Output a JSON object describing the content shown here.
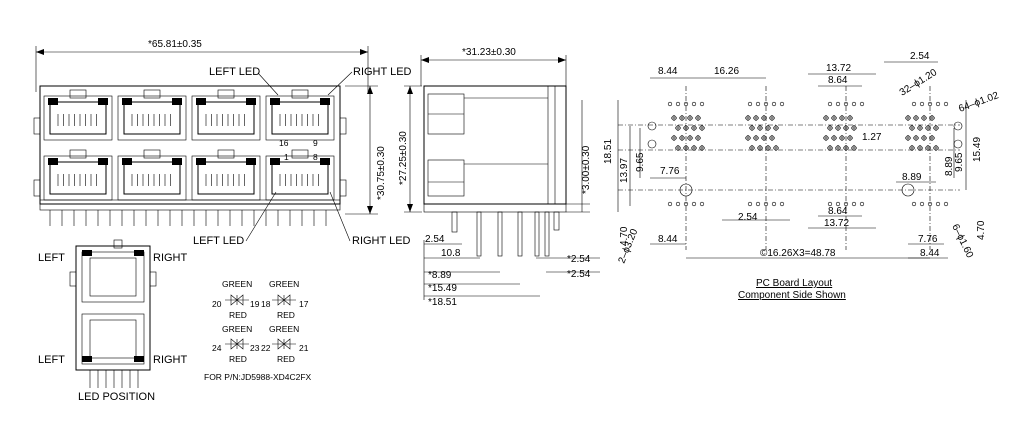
{
  "front_view": {
    "width_dim": "*65.81±0.35",
    "height_dim": "*30.75±0.30",
    "left_led_top": "LEFT LED",
    "right_led_top": "RIGHT LED",
    "left_led_bottom": "LEFT LED",
    "right_led_bottom": "RIGHT LED",
    "pin_16": "16",
    "pin_9": "9",
    "pin_1": "1",
    "pin_8": "8"
  },
  "side_view": {
    "depth_dim": "*31.23±0.30",
    "height_dim": "*27.25±0.30",
    "pin_len_dim": "*3.00±0.30",
    "d_2_54_left": "2.54",
    "d_10_8": "10.8",
    "d_8_89": "*8.89",
    "d_15_49": "*15.49",
    "d_18_51": "*18.51",
    "d_2_54_r1": "*2.54",
    "d_2_54_r2": "*2.54"
  },
  "led_position": {
    "left_top": "LEFT",
    "right_top": "RIGHT",
    "left_bottom": "LEFT",
    "right_bottom": "RIGHT",
    "caption": "LED POSITION"
  },
  "led_schematic": {
    "green": "GREEN",
    "red": "RED",
    "p20": "20",
    "p19": "19",
    "p18": "18",
    "p17": "17",
    "p24": "24",
    "p23": "23",
    "p22": "22",
    "p21": "21",
    "part_number": "FOR P/N:JD5988-XD4C2FX"
  },
  "pcb_layout": {
    "d_8_44_top": "8.44",
    "d_16_26": "16.26",
    "d_13_72_top": "13.72",
    "d_8_64_top": "8.64",
    "d_2_54_top": "2.54",
    "d_32_hole": "32–ϕ1.20",
    "d_64_hole": "64–ϕ1.02",
    "d_1_27": "1.27",
    "d_18_51": "18.51",
    "d_13_97": "13.97",
    "d_9_65_left": "9.65",
    "d_7_76_left": "7.76",
    "d_8_89": "8.89",
    "d_9_65_right": "9.65",
    "d_15_49": "15.49",
    "d_8_89_v": "8.89",
    "d_4_70_left": "4.70",
    "d_2_hole": "2–ϕ3.20",
    "d_8_44_bl": "8.44",
    "d_2_54_bot": "2.54",
    "d_8_64_bot": "8.64",
    "d_13_72_bot": "13.72",
    "d_pitch": "©16.26X3=48.78",
    "d_7_76_right": "7.76",
    "d_8_44_br": "8.44",
    "d_6_hole": "6–ϕ1.60",
    "d_4_70_right": "4.70",
    "caption_1": "PC Board Layout",
    "caption_2": "Component Side Shown"
  }
}
